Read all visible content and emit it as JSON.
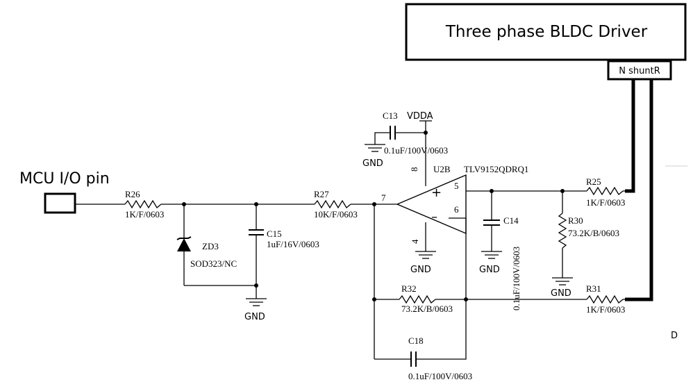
{
  "driver": {
    "title": "Three phase BLDC Driver",
    "pin": "N shuntR"
  },
  "mcu": {
    "label": "MCU I/O pin"
  },
  "opamp": {
    "ref": "U2B",
    "part": "TLV9152QDRQ1",
    "pin_plus": "+",
    "pin_minus": "–",
    "pin_out": "7",
    "pin_5": "5",
    "pin_6": "6",
    "pin_8": "8",
    "pin_4": "4"
  },
  "power": {
    "vdda": "VDDA",
    "gnd": "GND"
  },
  "components": {
    "R26": {
      "ref": "R26",
      "value": "1K/F/0603"
    },
    "R27": {
      "ref": "R27",
      "value": "10K/F/0603"
    },
    "R25": {
      "ref": "R25",
      "value": "1K/F/0603"
    },
    "R30": {
      "ref": "R30",
      "value": "73.2K/B/0603"
    },
    "R31": {
      "ref": "R31",
      "value": "1K/F/0603"
    },
    "R32": {
      "ref": "R32",
      "value": "73.2K/B/0603"
    },
    "C13": {
      "ref": "C13",
      "value": "0.1uF/100V/0603"
    },
    "C14": {
      "ref": "C14",
      "value": "0.1uF/100V/0603"
    },
    "C15": {
      "ref": "C15",
      "value": "1uF/16V/0603"
    },
    "C18": {
      "ref": "C18",
      "value": "0.1uF/100V/0603"
    },
    "ZD3": {
      "ref": "ZD3",
      "value": "SOD323/NC"
    }
  },
  "margin_letter": "D"
}
